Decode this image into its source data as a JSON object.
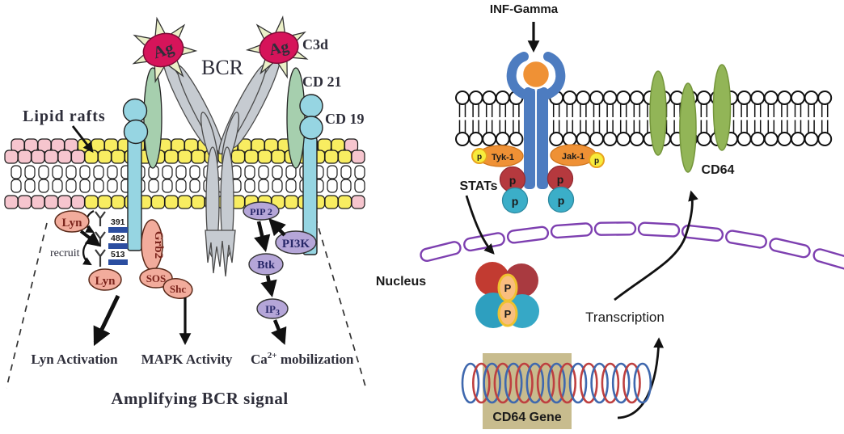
{
  "left_panel": {
    "labels": {
      "lipid_rafts": "Lipid rafts",
      "bcr": "BCR",
      "ag": "Ag",
      "c3d": "C3d",
      "cd21": "CD 21",
      "cd19": "CD 19",
      "recruit": "recruit",
      "site1": "391",
      "site2": "482",
      "site3": "513"
    },
    "molecules": {
      "lyn": "Lyn",
      "grb2": "Grb2",
      "sos": "SOS",
      "shc": "Shc",
      "pip2": "PIP 2",
      "pi3k": "PI3K",
      "btk": "Btk",
      "ip3_base": "IP",
      "ip3_sub": "3"
    },
    "outputs": {
      "lyn_activation": "Lyn Activation",
      "mapk_activity": "MAPK Activity",
      "ca_base": "Ca",
      "ca_sup": "2+",
      "ca_rest": " mobilization"
    },
    "title": "Amplifying BCR signal"
  },
  "right_panel": {
    "labels": {
      "inf_gamma": "INF-Gamma",
      "tyk1": "Tyk-1",
      "jak1": "Jak-1",
      "stats": "STATs",
      "nucleus": "Nucleus",
      "cd64": "CD64",
      "transcription": "Transcription",
      "cd64_gene": "CD64 Gene",
      "p_small": "p",
      "p_big": "P"
    }
  },
  "colors": {
    "membrane_yellow": "#f8ed61",
    "membrane_pink": "#f6c5ce",
    "cd19_cyan": "#96d5e2",
    "cd21_green": "#a6cfae",
    "ag_red": "#d6145a",
    "antibody_gray": "#c6cbd1",
    "pink_protein": "#f2ac9c",
    "purple_protein": "#b5a6d8",
    "itam_blue": "#2b4ea0",
    "receptor_blue": "#4d7cc0",
    "ligand_orange": "#ef9135",
    "phospho_yellow": "#f7ec3c",
    "phospho_red": "#b5393e",
    "phospho_cyan": "#3baec8",
    "cd64_green": "#92b557",
    "nucleus_purple": "#7d3fb0",
    "stat_red": "#c23b31",
    "stat_teal": "#2e9fbf",
    "p_oval_fill": "#f9be7f",
    "p_oval_ring": "#efc12f",
    "dna_blue": "#3f68ae",
    "dna_red": "#be4040",
    "gene_tan": "#c8bc8e"
  }
}
